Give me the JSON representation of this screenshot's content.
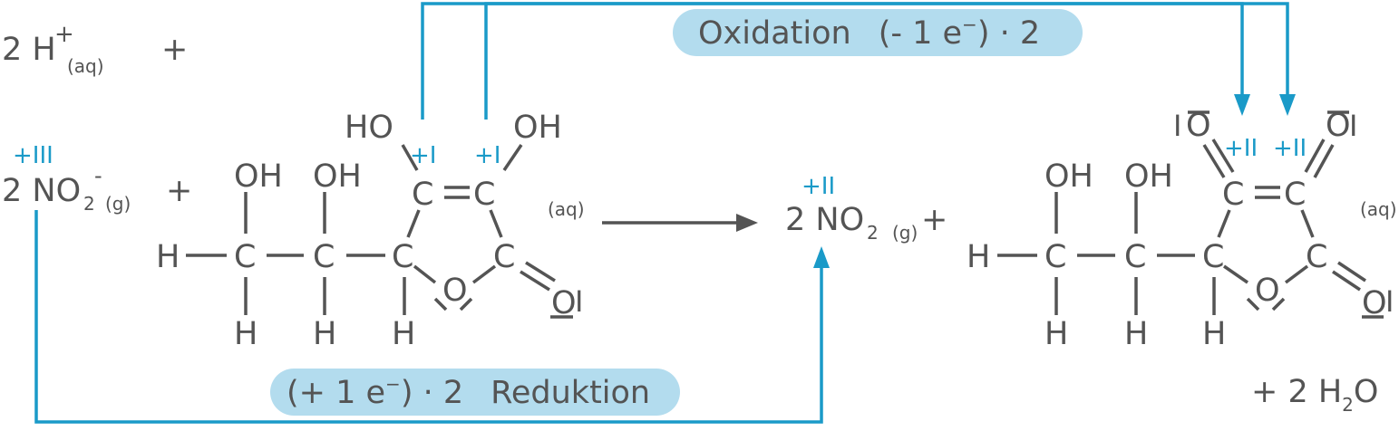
{
  "colors": {
    "text": "#545454",
    "accent": "#1a9ac8",
    "label_bg": "#b3dcee"
  },
  "reactants": {
    "h_plus": {
      "coef": "2",
      "symbol": "H",
      "charge": "+",
      "state": "(aq)",
      "plus": "+"
    },
    "nitrite": {
      "ox_number": "+III",
      "coef": "2",
      "formula": "NO",
      "sub": "2",
      "charge": "-",
      "state": "(g)",
      "plus": "+"
    }
  },
  "ascorbic_acid": {
    "ho_left": "HO",
    "oh_right": "OH",
    "oh_1": "OH",
    "oh_2": "OH",
    "ox_left": "+I",
    "ox_right": "+I",
    "carbon": "C",
    "hydrogen": "H",
    "oxygen": "O",
    "carbonyl_o": "O",
    "bar": "I",
    "state": "(aq)"
  },
  "reaction_arrow": "reaction-arrow",
  "products": {
    "no": {
      "ox_number": "+II",
      "coef": "2",
      "formula": "NO",
      "sub": "2",
      "state": "(g)",
      "plus": "+"
    },
    "dehydroascorbic": {
      "o_left": "O",
      "o_right": "O",
      "bar": "I",
      "ox_left": "+II",
      "ox_right": "+II",
      "oh_1": "OH",
      "oh_2": "OH",
      "state": "(aq)"
    },
    "water": {
      "prefix": "+ 2 H",
      "sub": "2",
      "suffix": "O"
    }
  },
  "oxidation_label": {
    "word": "Oxidation",
    "open": "(- 1 e",
    "sup": "−",
    "close": ") · 2"
  },
  "reduction_label": {
    "open": "(+ 1 e",
    "sup": "−",
    "close": ") · 2",
    "word": "Reduktion"
  }
}
